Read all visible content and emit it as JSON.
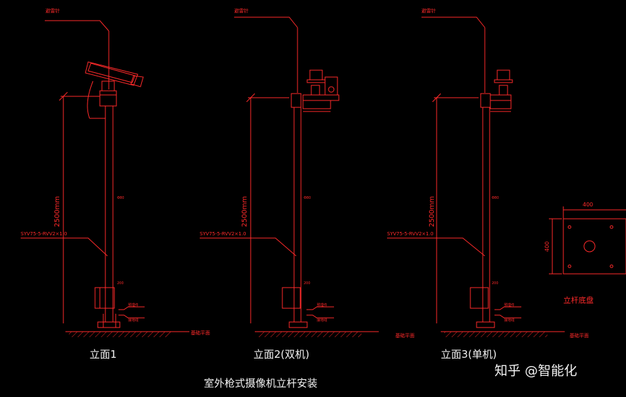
{
  "labels": {
    "lightning_rod": "避雷针",
    "cable_spec": "SYV75-5-RVV2×1.0",
    "height_dim": "2500mm",
    "dim_400_top": "400",
    "dim_400_side": "400",
    "base_plate_title": "立杆底盘",
    "ground": "基础平面",
    "pipe_mark": "Φ80",
    "small_mark": "200",
    "footing_label_1": "预埋件",
    "footing_label_2": "接地线"
  },
  "elevations": [
    {
      "caption": "立面1"
    },
    {
      "caption": "立面2(双机)"
    },
    {
      "caption": "立面3(单机)"
    }
  ],
  "main_title": "室外枪式摄像机立杆安装",
  "watermark": "知乎 @智能化",
  "colors": {
    "line": "#ff2a2a",
    "text_white": "#f2f2f2",
    "background": "#000000"
  }
}
